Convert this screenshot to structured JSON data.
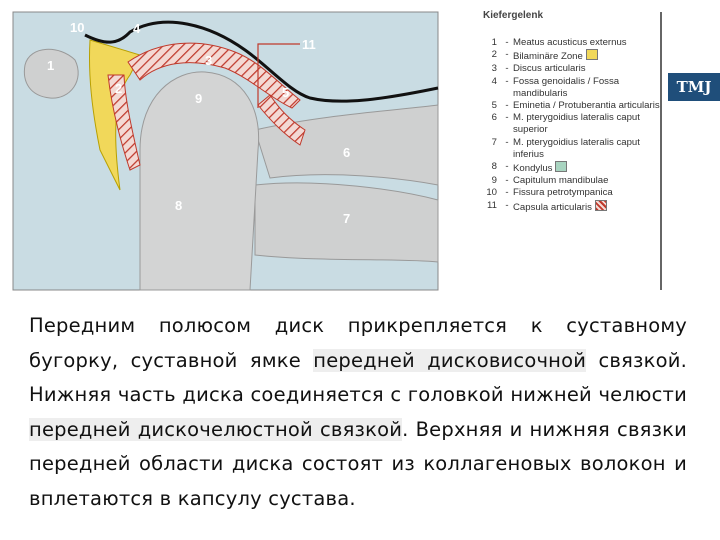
{
  "figure": {
    "numbers": [
      "1",
      "2",
      "3",
      "4",
      "5",
      "6",
      "7",
      "8",
      "9",
      "10",
      "11"
    ],
    "legend": {
      "title": "Kiefergelenk",
      "items": [
        {
          "num": "1",
          "text": "Meatus acusticus externus"
        },
        {
          "num": "2",
          "text": "Bilaminäre Zone",
          "swatch": "#f1d85a"
        },
        {
          "num": "3",
          "text": "Discus articularis"
        },
        {
          "num": "4",
          "text": "Fossa genoidalis / Fossa mandibularis"
        },
        {
          "num": "5",
          "text": "Eminetia / Protuberantia articularis"
        },
        {
          "num": "6",
          "text": "M. pterygoidius lateralis caput superior"
        },
        {
          "num": "7",
          "text": "M. pterygoidius lateralis caput inferius"
        },
        {
          "num": "8",
          "text": "Kondylus",
          "swatch": "#a8d4c0"
        },
        {
          "num": "9",
          "text": "Capitulum mandibulae"
        },
        {
          "num": "10",
          "text": "Fissura petrotympanica"
        },
        {
          "num": "11",
          "text": "Capsula articularis",
          "swatch": "hatch"
        }
      ]
    },
    "badge": "TMJ"
  },
  "text": {
    "p1": "Передним полюсом диск прикрепляется к суставному бугорку, суставной ямке ",
    "h1": "передней дисковисочной",
    "p2": " связкой. Нижняя часть диска соединяется с головкой нижней челюсти ",
    "h2": "передней дискочелюстной связкой",
    "p3": ". Верхняя и нижняя связки передней области диска состоят из коллагеновых волокон и вплетаются в капсулу сустава."
  },
  "colors": {
    "background_blue": "#c9dce3",
    "bone_gray": "#cfd0d0",
    "bilaminar_yellow": "#f1d85a",
    "hatch_red": "#c0392b",
    "badge_blue": "#1f4e7a"
  }
}
